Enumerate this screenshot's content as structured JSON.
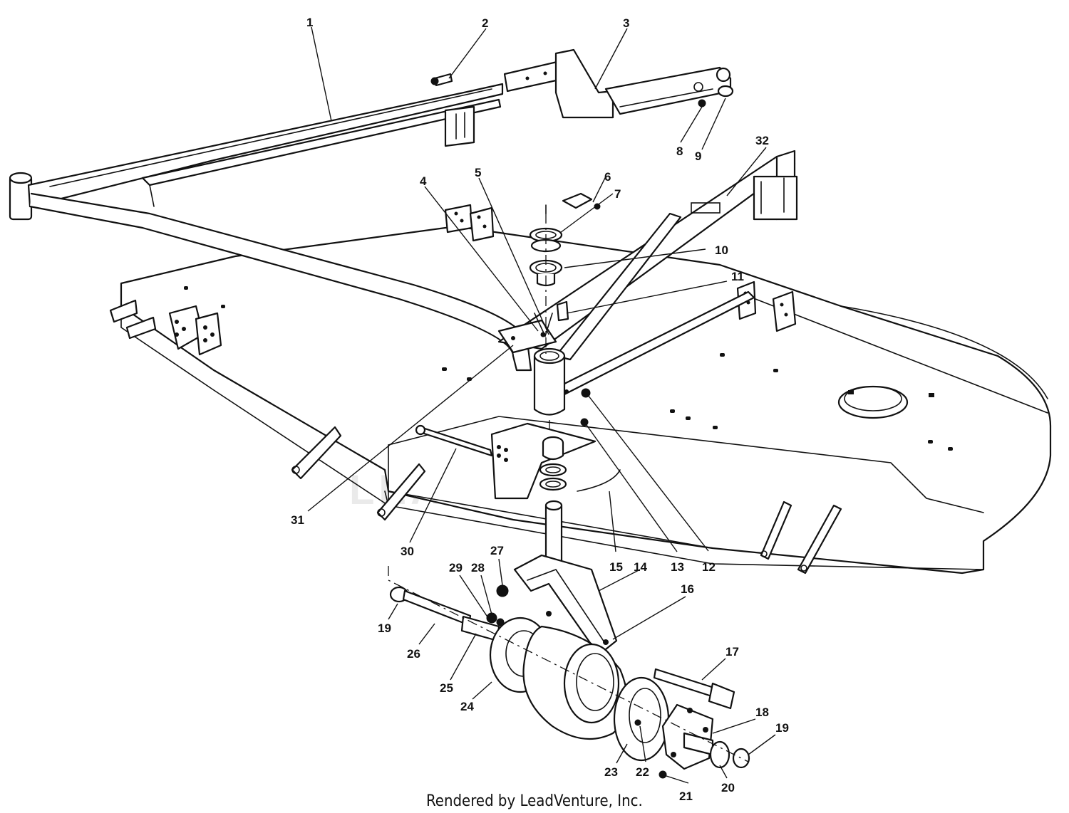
{
  "diagram": {
    "callouts": [
      "1",
      "2",
      "3",
      "4",
      "5",
      "6",
      "7",
      "8",
      "9",
      "10",
      "11",
      "12",
      "13",
      "14",
      "15",
      "16",
      "17",
      "18",
      "19",
      "19",
      "20",
      "21",
      "22",
      "23",
      "24",
      "25",
      "26",
      "27",
      "28",
      "29",
      "30",
      "31",
      "32"
    ],
    "watermark": "LEADVENTURE",
    "credit": "Rendered by LeadVenture, Inc."
  }
}
